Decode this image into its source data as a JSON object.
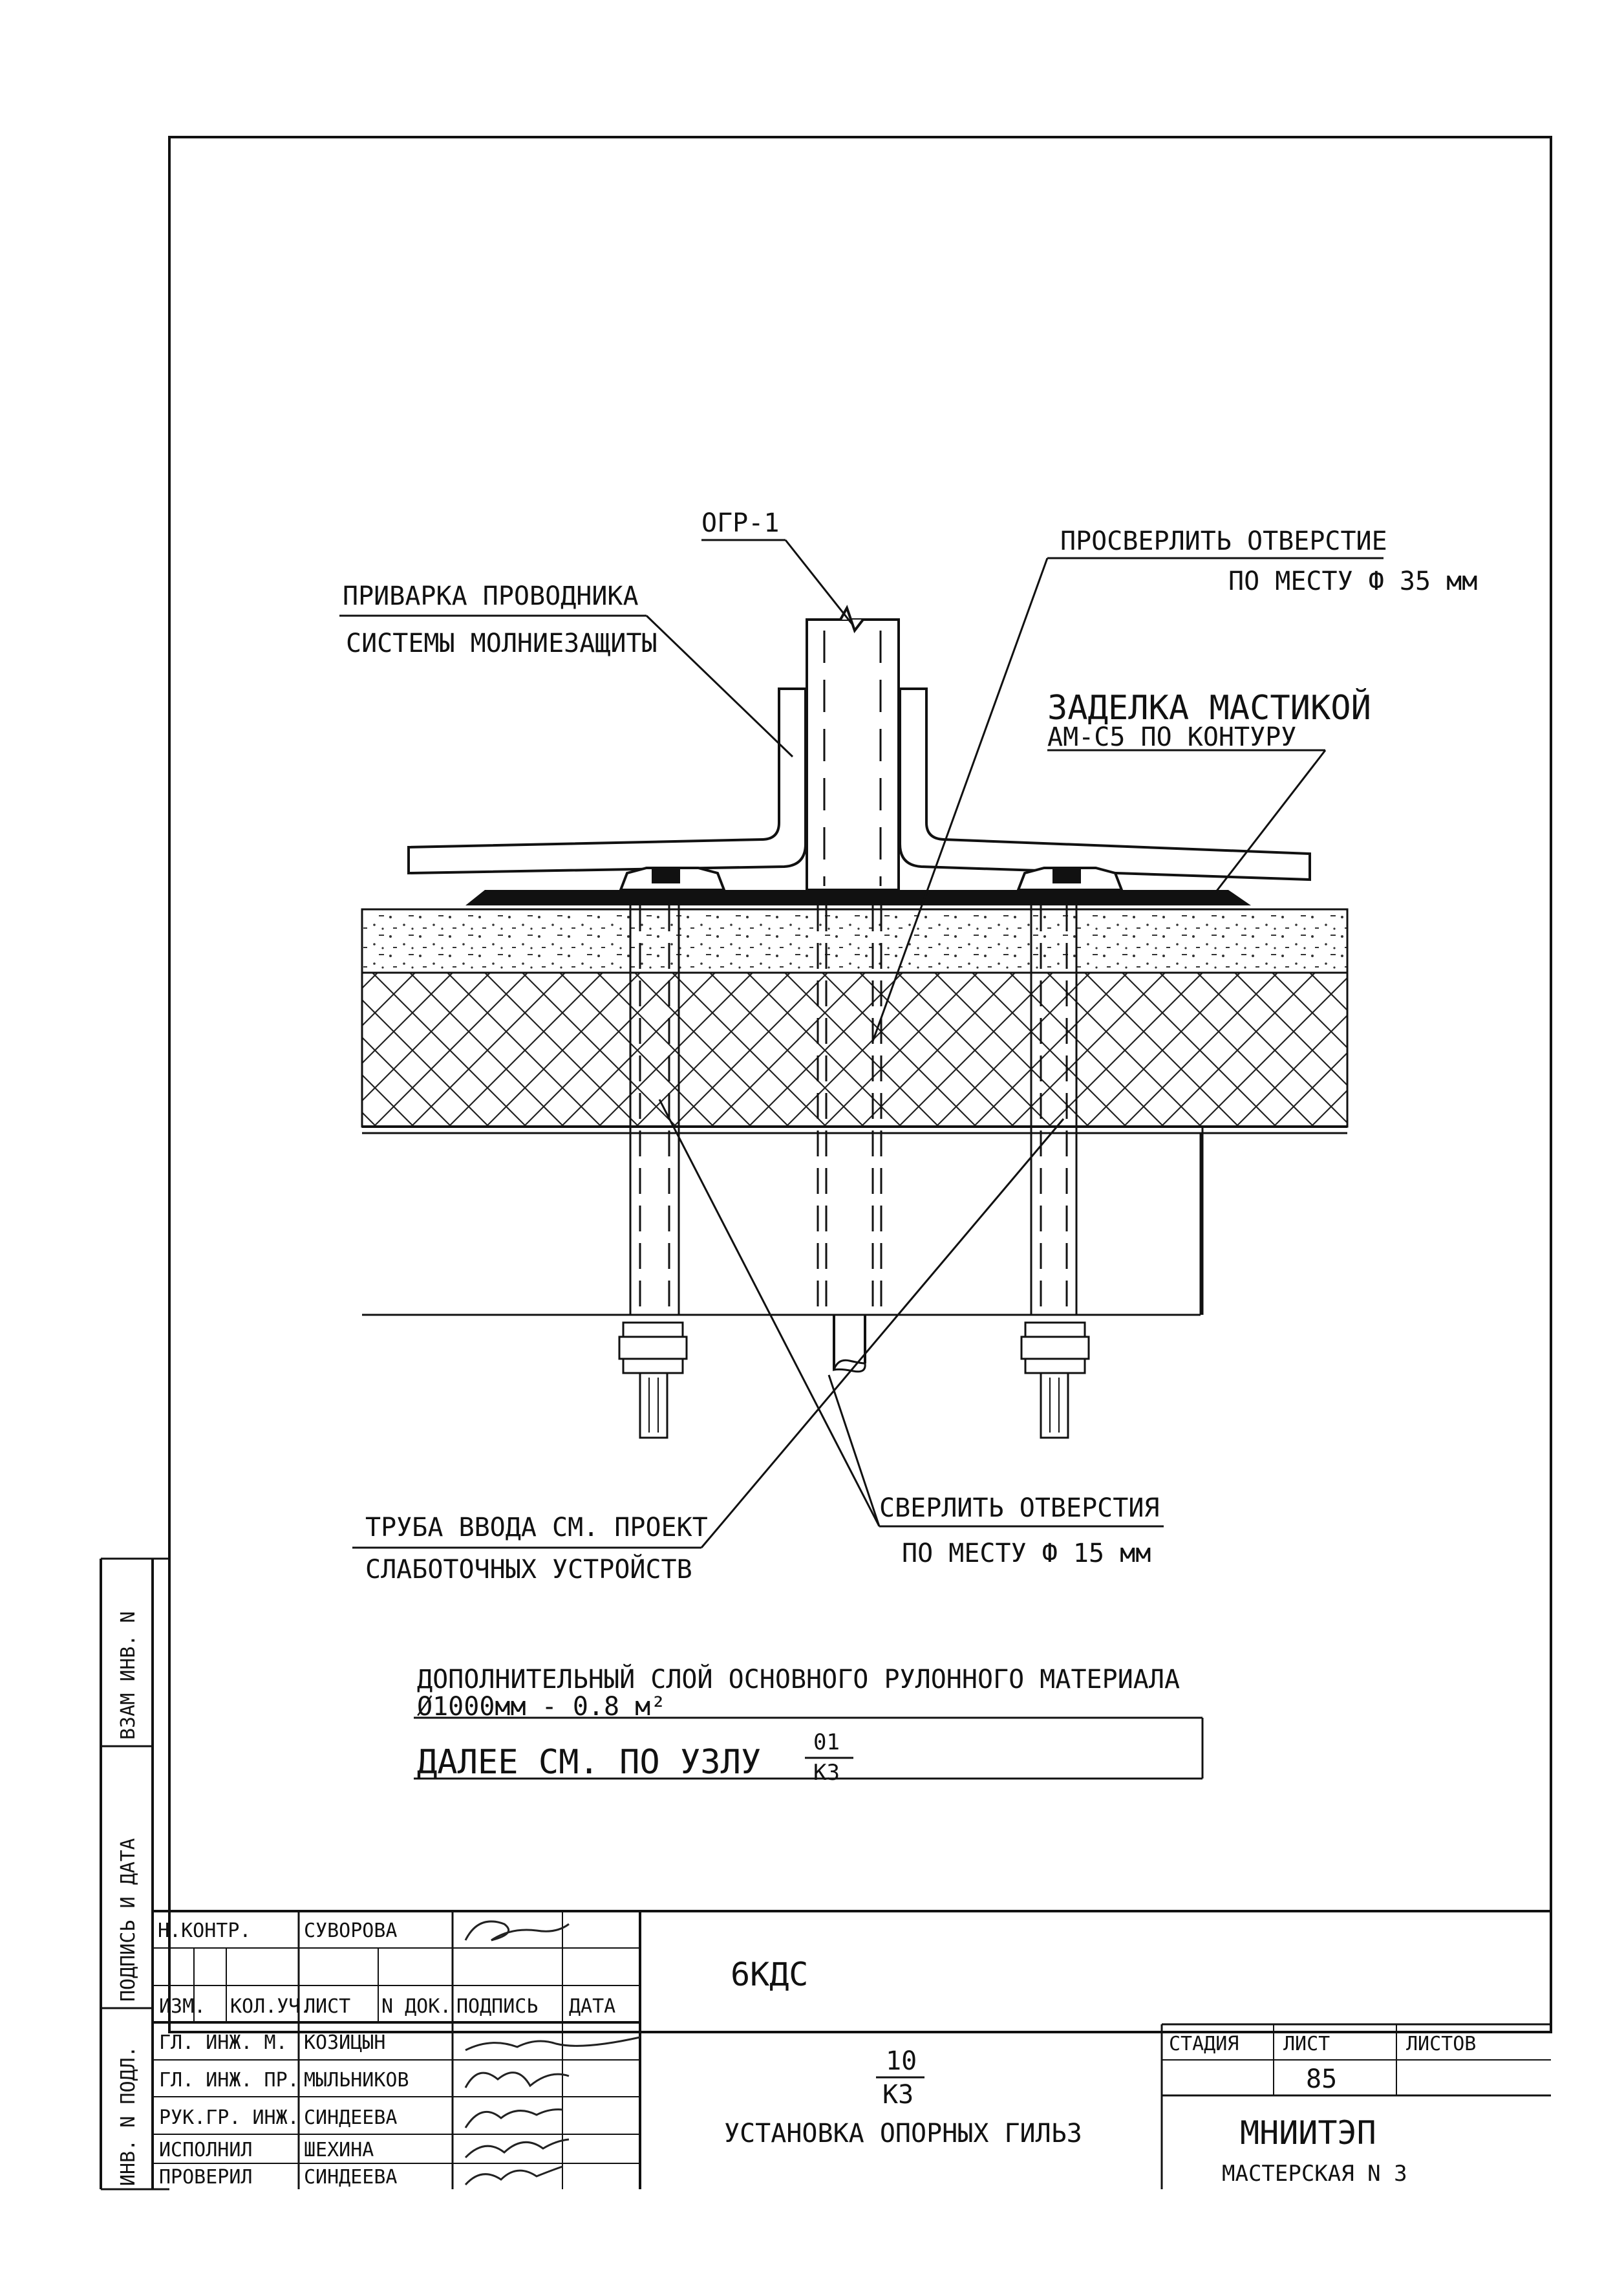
{
  "drawing": {
    "callouts": {
      "ogr": "ОГР-1",
      "welding_line1": "ПРИВАРКА ПРОВОДНИКА",
      "welding_line2": "СИСТЕМЫ МОЛНИЕЗАЩИТЫ",
      "drill_top_line1": "ПРОСВЕРЛИТЬ ОТВЕРСТИЕ",
      "drill_top_line2": "ПО МЕСТУ Ф 35 мм",
      "mastic_line1": "ЗАДЕЛКА МАСТИКОЙ",
      "mastic_line2": "АМ-С5 ПО КОНТУРУ",
      "pipe_line1": "ТРУБА ВВОДА СМ. ПРОЕКТ",
      "pipe_line2": "СЛАБОТОЧНЫХ УСТРОЙСТВ",
      "drill_bottom_line1": "СВЕРЛИТЬ ОТВЕРСТИЯ",
      "drill_bottom_line2": "ПО МЕСТУ Ф 15 мм"
    },
    "notes": {
      "extra_layer_line1": "ДОПОЛНИТЕЛЬНЫЙ СЛОЙ ОСНОВНОГО РУЛОННОГО МАТЕРИАЛА",
      "extra_layer_line2": "Ø1000мм - 0.8 м²",
      "further_text": "ДАЛЕЕ СМ. ПО УЗЛУ",
      "further_num": "01",
      "further_den": "К3"
    }
  },
  "side_stamp": {
    "vzam_inv": "ВЗАМ ИНВ. N",
    "podpis_data": "ПОДПИСЬ И ДАТА",
    "inv_podl": "ИНВ. N ПОДЛ."
  },
  "title_block": {
    "n_kontr_label": "Н.КОНТР.",
    "n_kontr_name": "СУВОРОВА",
    "headers": [
      "ИЗМ.",
      "КОЛ.УЧ.",
      "ЛИСТ",
      "N ДОК.",
      "ПОДПИСЬ",
      "ДАТА"
    ],
    "roles": [
      {
        "role": "ГЛ. ИНЖ. М.",
        "name": "КОЗИЦЫН"
      },
      {
        "role": "ГЛ. ИНЖ. ПР.",
        "name": "МЫЛЬНИКОВ"
      },
      {
        "role": "РУК.ГР. ИНЖ.",
        "name": "СИНДЕЕВА"
      },
      {
        "role": "ИСПОЛНИЛ",
        "name": "ШЕХИНА"
      },
      {
        "role": "ПРОВЕРИЛ",
        "name": "СИНДЕЕВА"
      }
    ],
    "project_code": "6КДС",
    "node_num": "10",
    "node_den": "К3",
    "sheet_title": "УСТАНОВКА ОПОРНЫХ ГИЛЬЗ",
    "stage_label": "СТАДИЯ",
    "list_label": "ЛИСТ",
    "listov_label": "ЛИСТОВ",
    "list_value": "85",
    "org_name": "МНИИТЭП",
    "org_sub": "МАСТЕРСКАЯ N 3"
  }
}
